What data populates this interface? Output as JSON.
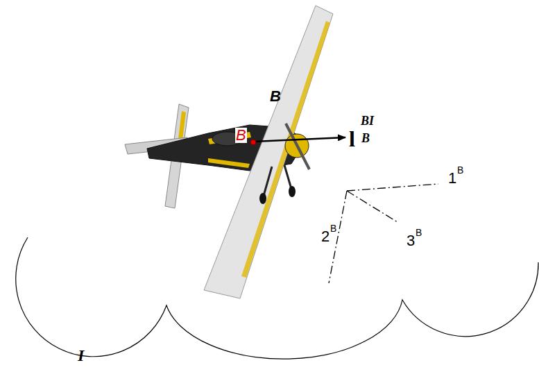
{
  "diagram": {
    "nodes": [
      {
        "text": [
          "I"
        ]
      }
    ],
    "labels": [
      "B",
      "B",
      "l",
      "BI",
      "B",
      "1",
      "B",
      "2",
      "B",
      "3",
      "B"
    ]
  }
}
